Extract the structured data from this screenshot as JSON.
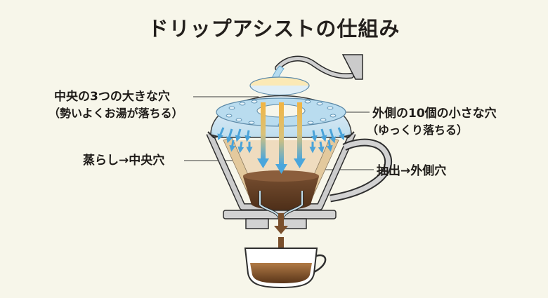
{
  "title": "ドリップアシストの仕組み",
  "labels": {
    "center_holes": {
      "main": "中央の3つの大きな穴",
      "sub": "（勢いよくお湯が落ちる）"
    },
    "outer_holes": {
      "main": "外側の10個の小さな穴",
      "sub": "（ゆっくり落ちる）"
    },
    "bloom": "蒸らし→中央穴",
    "extraction": "抽出→外側穴"
  },
  "colors": {
    "background": "#f7f6ea",
    "water_blue": "#4fa6d8",
    "dome_blue": "#cfe6f3",
    "coffee_brown": "#6b4427",
    "dripper_gray": "#c9c9c9",
    "filter_tan": "#e8d2ad",
    "orange_stream": "#f0b040"
  }
}
